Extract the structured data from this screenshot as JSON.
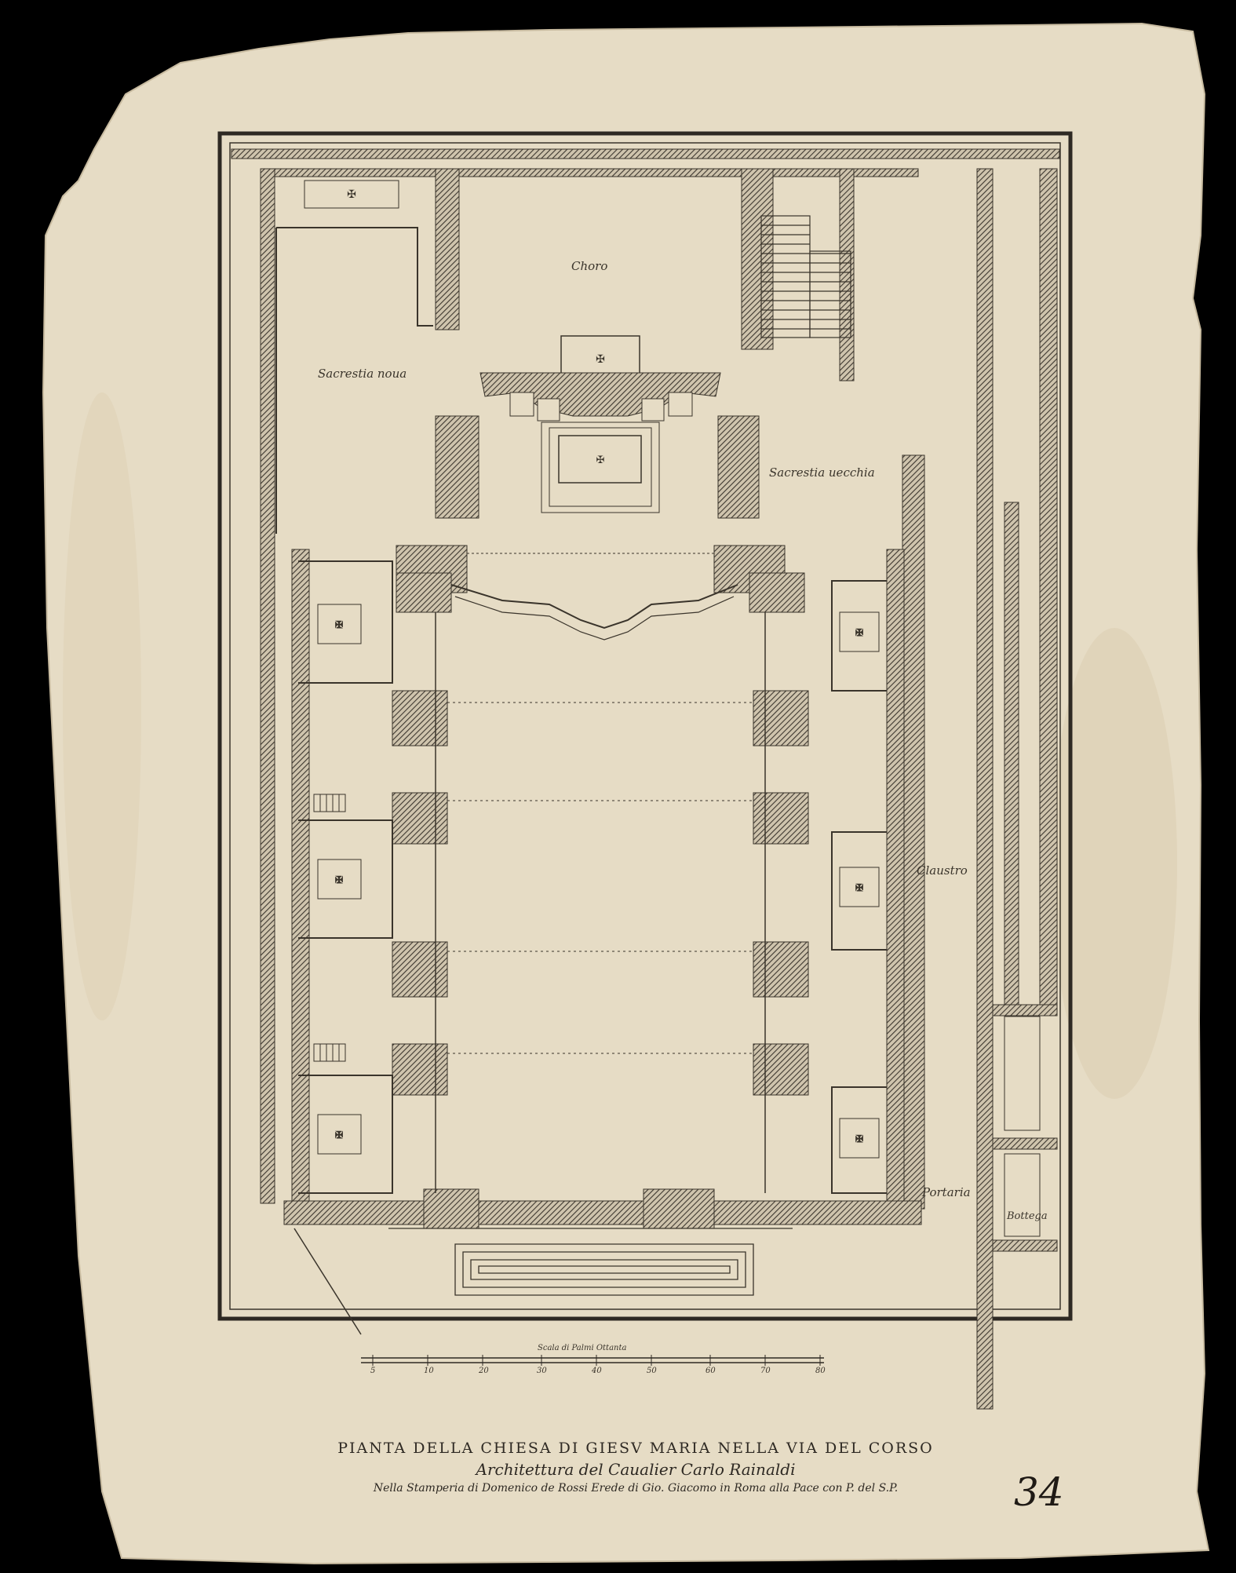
{
  "labels": {
    "choro": "Choro",
    "sacrestia_noua": "Sacrestia noua",
    "sacrestia_uecchia": "Sacrestia uecchia",
    "claustro": "Claustro",
    "portaria": "Portaria",
    "bottega": "Bottega"
  },
  "scale": {
    "caption": "Scala di Palmi Ottanta",
    "ticks": [
      "5",
      "10",
      "20",
      "30",
      "40",
      "50",
      "60",
      "70",
      "80"
    ]
  },
  "caption": {
    "title": "PIANTA DELLA CHIESA DI GIESV MARIA NELLA VIA DEL CORSO",
    "architect": "Architettura del Caualier Carlo Rainaldi",
    "publisher": "Nella Stamperia di Domenico de Rossi Erede di Gio. Giacomo in Roma alla Pace con P. del S.P."
  },
  "plate_number": "34",
  "colors": {
    "paper": "#e6dcc5",
    "ink": "#3b352d",
    "hatch": "#4a443b"
  }
}
